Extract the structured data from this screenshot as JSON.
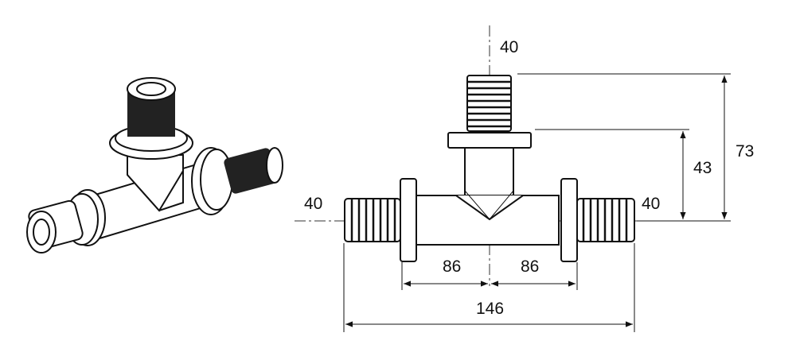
{
  "drawing": {
    "title": "Tee fitting dimensional drawing",
    "dimensions": {
      "top_outlet": "40",
      "left_outlet": "40",
      "right_outlet": "40",
      "total_height": "73",
      "flange_height": "43",
      "left_half_length": "86",
      "right_half_length": "86",
      "total_length": "146"
    }
  }
}
